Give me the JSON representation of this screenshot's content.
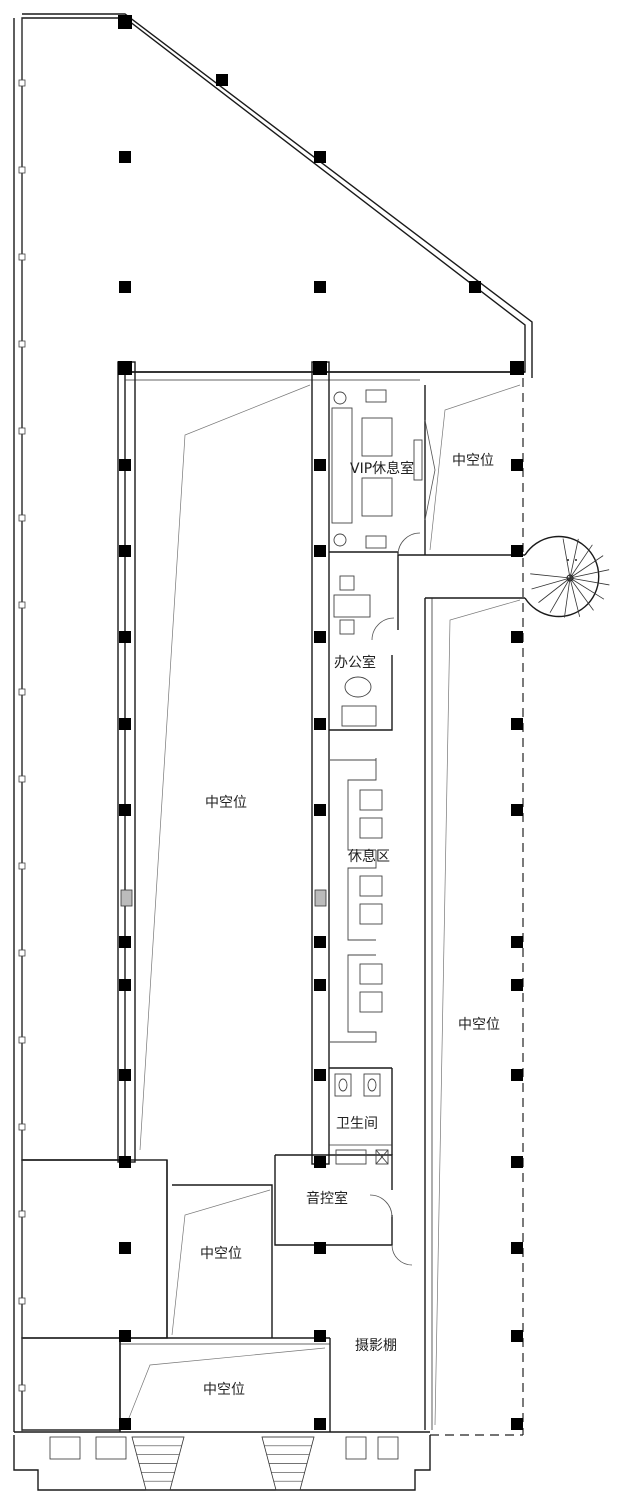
{
  "labels": {
    "vip_lounge": "VIP休息室",
    "void_top_right": "中空位",
    "office": "办公室",
    "void_main": "中空位",
    "rest_area": "休息区",
    "void_right": "中空位",
    "restroom": "卫生间",
    "control_room": "音控室",
    "void_lower_mid": "中空位",
    "studio": "摄影棚",
    "void_bottom": "中空位"
  }
}
